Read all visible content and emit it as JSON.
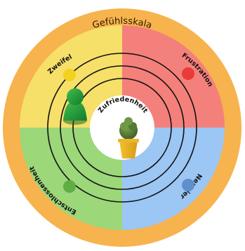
{
  "diagram": {
    "title": "Gefühlsskala",
    "center_label": "Zufriedenheit",
    "quadrants": [
      {
        "id": "zweifel",
        "label": "Zweifel",
        "color": "#f6e06a"
      },
      {
        "id": "frustration",
        "label": "Frustration",
        "color": "#f4807c"
      },
      {
        "id": "neugier",
        "label": "Neugier",
        "color": "#9cc6f3"
      },
      {
        "id": "entschlossenheit",
        "label": "Entschlossenheit",
        "color": "#9cd77a"
      }
    ],
    "ring_color": "#f7b34d",
    "markers": {
      "zweifel": "#f3d11f",
      "frustration": "#ea3b3b",
      "neugier": "#5f8fcc",
      "entschlossenheit": "#5eae45"
    },
    "icons": [
      "player-pawn-icon",
      "potted-tree-icon"
    ]
  }
}
